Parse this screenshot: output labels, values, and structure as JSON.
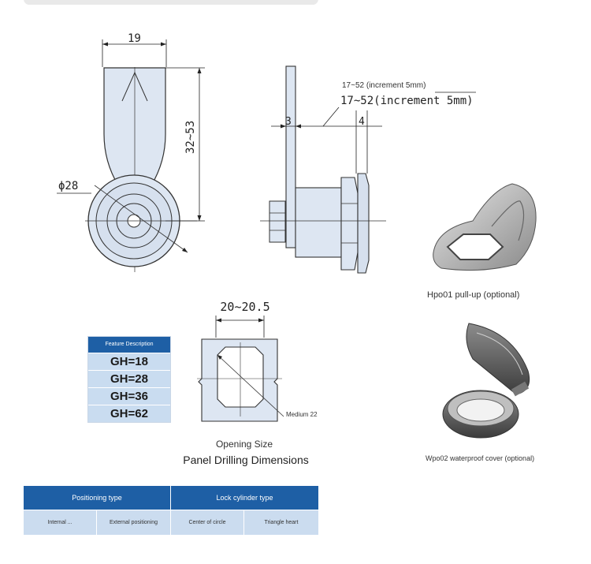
{
  "drawing": {
    "dim_width": "19",
    "dim_height": "32~53",
    "dim_diameter": "ϕ28",
    "side_dim_annotation": "17~52 (increment 5mm)",
    "side_dim_label": "17~52(increment 5mm)",
    "side_dim_left": "3",
    "side_dim_right": "4",
    "drill_dim": "20~20.5",
    "drill_medium": "Medium 22"
  },
  "labels": {
    "opening_size": "Opening Size",
    "panel_drilling": "Panel Drilling Dimensions"
  },
  "accessories": {
    "pullup_caption": "Hpo01 pull-up (optional)",
    "cover_caption": "Wpo02 waterproof cover (optional)"
  },
  "feature_table": {
    "header": "Feature Description",
    "rows": [
      "GH=18",
      "GH=28",
      "GH=36",
      "GH=62"
    ]
  },
  "positioning_table": {
    "headers": [
      "Positioning type",
      "Lock cylinder type"
    ],
    "cells": [
      "Internal ...",
      "External positioning",
      "Center of circle",
      "Triangle heart"
    ]
  },
  "colors": {
    "header_blue": "#1e5fa5",
    "cell_blue": "#cbdcef",
    "part_fill": "#dde6f2",
    "line": "#222222"
  }
}
